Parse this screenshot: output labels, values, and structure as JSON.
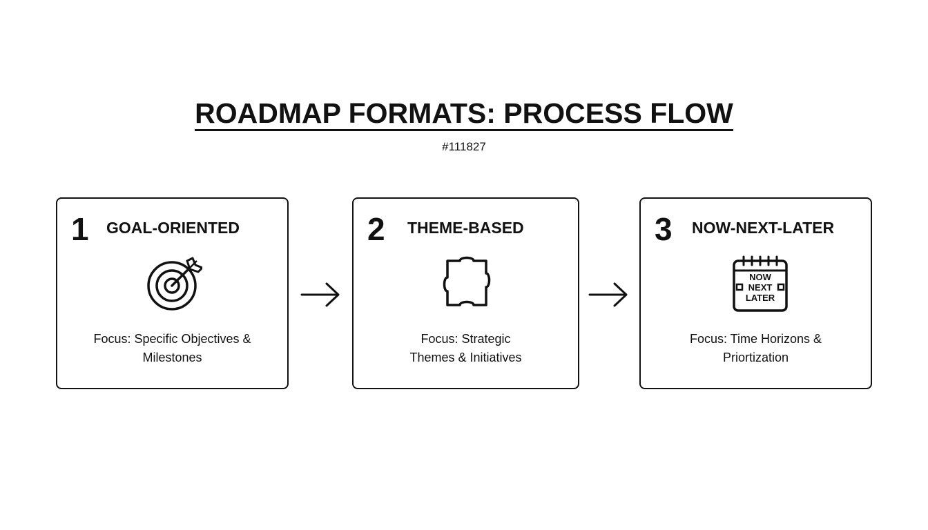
{
  "header": {
    "title": "ROADMAP FORMATS: PROCESS FLOW",
    "subtitle": "#111827"
  },
  "steps": [
    {
      "number": "1",
      "title": "GOAL-ORIENTED",
      "icon": "target-icon",
      "focus_line1": "Focus: Specific Objectives &",
      "focus_line2": "Milestones"
    },
    {
      "number": "2",
      "title": "THEME-BASED",
      "icon": "puzzle-piece-icon",
      "focus_line1": "Focus: Strategic",
      "focus_line2": "Themes & Initiatives"
    },
    {
      "number": "3",
      "title": "NOW-NEXT-LATER",
      "icon": "calendar-icon",
      "icon_labels": [
        "NOW",
        "NEXT",
        "LATER"
      ],
      "focus_line1": "Focus: Time Horizons &",
      "focus_line2": "Priortization"
    }
  ],
  "connectors": [
    "arrow-right-icon",
    "arrow-right-icon"
  ],
  "colors": {
    "ink": "#111111",
    "background": "#ffffff"
  }
}
